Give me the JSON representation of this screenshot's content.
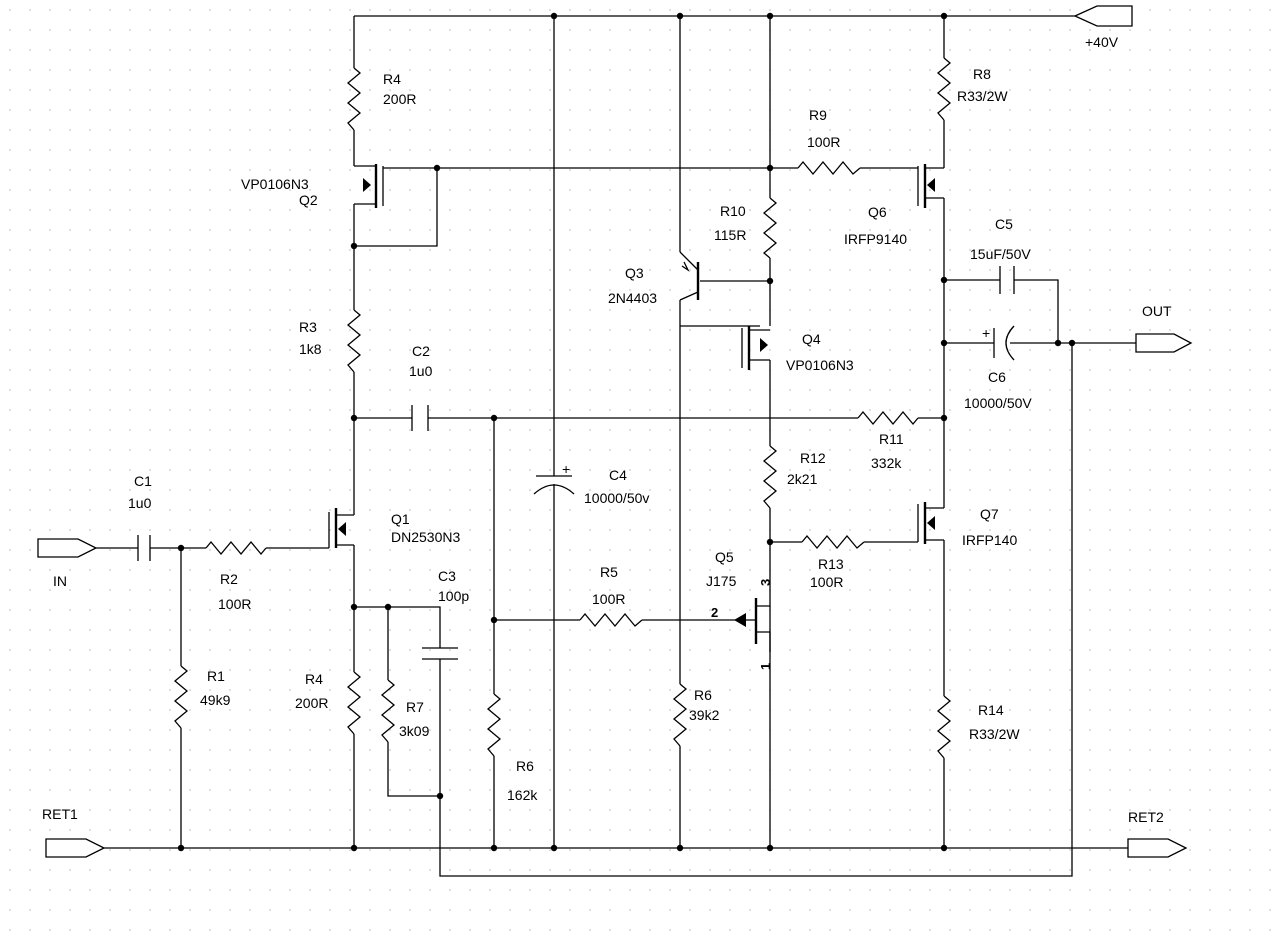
{
  "ports": {
    "vplus": "+40V",
    "out": "OUT",
    "in": "IN",
    "ret1": "RET1",
    "ret2": "RET2"
  },
  "components": {
    "r4_top": {
      "ref": "R4",
      "value": "200R"
    },
    "r8": {
      "ref": "R8",
      "value": "R33/2W"
    },
    "r9": {
      "ref": "R9",
      "value": "100R"
    },
    "q2": {
      "ref": "Q2",
      "part": "VP0106N3"
    },
    "r10": {
      "ref": "R10",
      "value": "115R"
    },
    "q6": {
      "ref": "Q6",
      "part": "IRFP9140"
    },
    "c5": {
      "ref": "C5",
      "value": "15uF/50V"
    },
    "q3": {
      "ref": "Q3",
      "part": "2N4403"
    },
    "q4": {
      "ref": "Q4",
      "part": "VP0106N3"
    },
    "r3": {
      "ref": "R3",
      "value": "1k8"
    },
    "c2": {
      "ref": "C2",
      "value": "1u0"
    },
    "c6": {
      "ref": "C6",
      "value": "10000/50V"
    },
    "r11": {
      "ref": "R11",
      "value": "332k"
    },
    "c4": {
      "ref": "C4",
      "value": "10000/50v"
    },
    "r12": {
      "ref": "R12",
      "value": "2k21"
    },
    "c1": {
      "ref": "C1",
      "value": "1u0"
    },
    "q1": {
      "ref": "Q1",
      "part": "DN2530N3"
    },
    "q7": {
      "ref": "Q7",
      "part": "IRFP140"
    },
    "r2": {
      "ref": "R2",
      "value": "100R"
    },
    "c3": {
      "ref": "C3",
      "value": "100p"
    },
    "r5": {
      "ref": "R5",
      "value": "100R"
    },
    "q5": {
      "ref": "Q5",
      "part": "J175"
    },
    "r13": {
      "ref": "R13",
      "value": "100R"
    },
    "r1": {
      "ref": "R1",
      "value": "49k9"
    },
    "r4_bot": {
      "ref": "R4",
      "value": "200R"
    },
    "r7": {
      "ref": "R7",
      "value": "3k09"
    },
    "r6_left": {
      "ref": "R6",
      "value": "162k"
    },
    "r6_right": {
      "ref": "R6",
      "value": "39k2"
    },
    "r14": {
      "ref": "R14",
      "value": "R33/2W"
    }
  },
  "pins": {
    "q5_pin2": "2",
    "q5_pin3": "3",
    "q5_pin1": "1"
  },
  "polarity": {
    "c4_plus": "+",
    "c6_plus": "+"
  }
}
